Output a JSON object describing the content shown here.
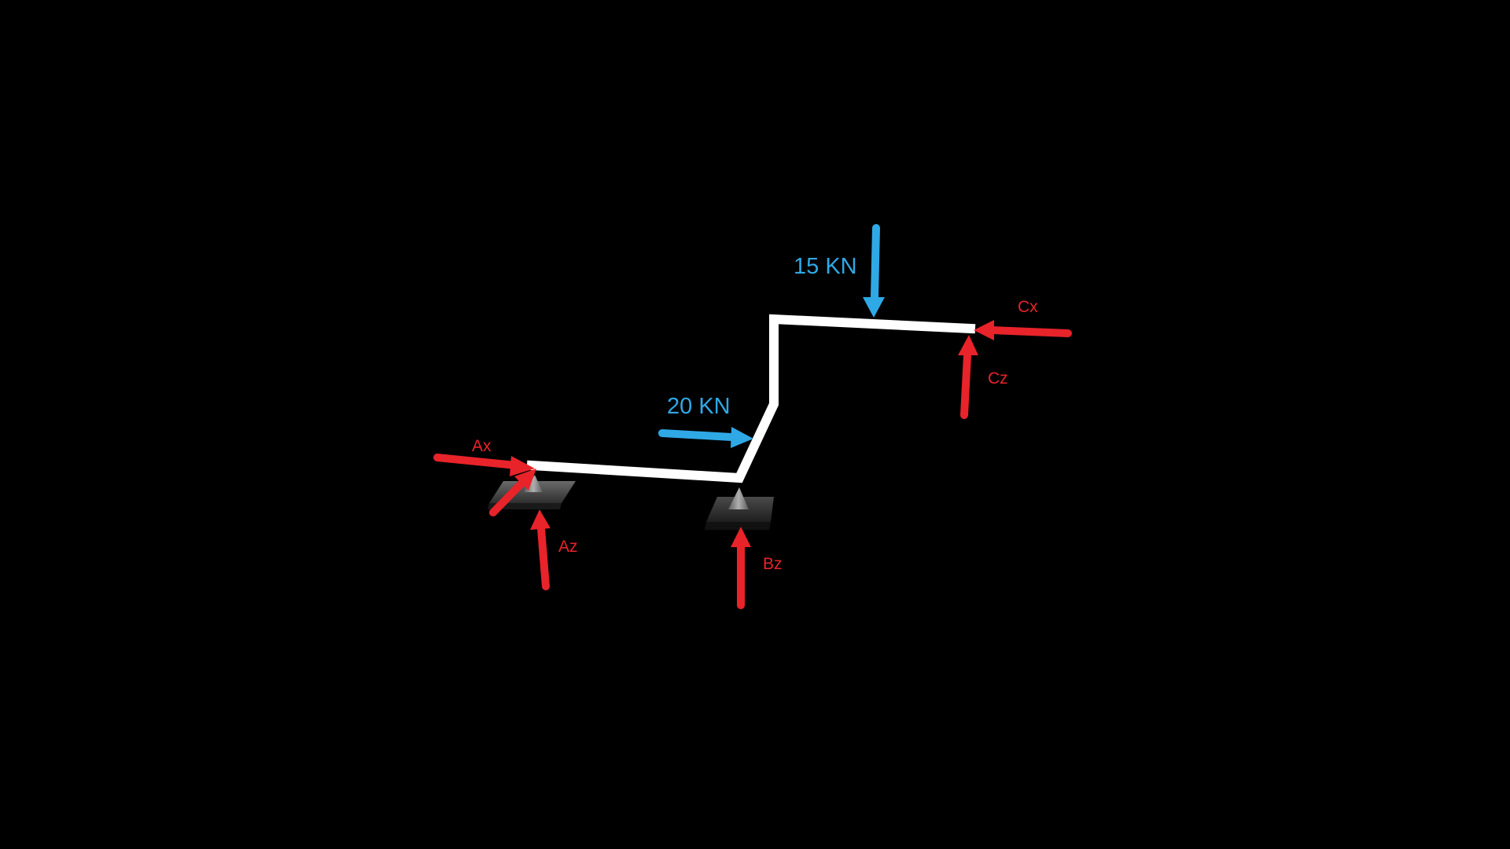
{
  "diagram": {
    "applied_loads": {
      "load_20": "20 KN",
      "load_15": "15 KN"
    },
    "reactions": {
      "ax": "Ax",
      "az": "Az",
      "bz": "Bz",
      "cx": "Cx",
      "cz": "Cz"
    }
  },
  "colors": {
    "background": "#000000",
    "beam": "#ffffff",
    "reaction": "#e8232a",
    "applied": "#2fa8e6",
    "support_plate": "#3a3a3a",
    "support_cone": "#8a8a8a"
  }
}
